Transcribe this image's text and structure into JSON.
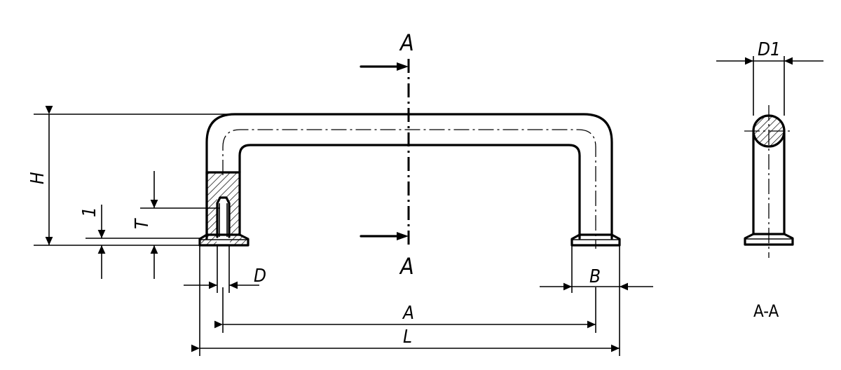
{
  "drawing": {
    "labels": {
      "section_top": "A",
      "section_bottom": "A",
      "D1": "D1",
      "H": "H",
      "one": "1",
      "T": "T",
      "D": "D",
      "B": "B",
      "A": "A",
      "L": "L",
      "section_caption": "A-A"
    }
  }
}
